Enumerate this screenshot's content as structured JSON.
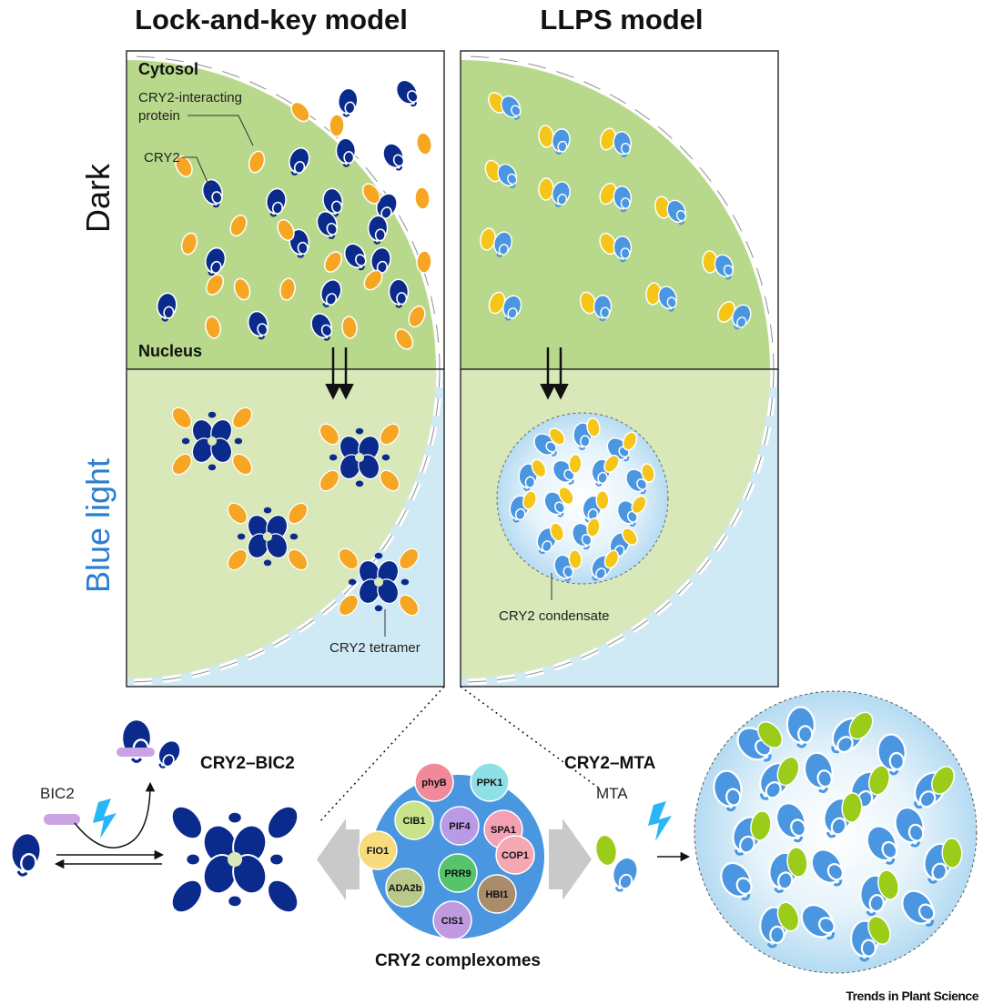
{
  "titles": {
    "lock_and_key": "Lock-and-key model",
    "llps": "LLPS model"
  },
  "rows": {
    "dark": "Dark",
    "blue_light": "Blue light"
  },
  "labels": {
    "cytosol": "Cytosol",
    "nucleus": "Nucleus",
    "interacting_protein_line1": "CRY2-interacting",
    "interacting_protein_line2": "protein",
    "cry2": "CRY2",
    "tetramer": "CRY2 tetramer",
    "condensate": "CRY2 condensate",
    "bic2": "BIC2",
    "cry2_bic2": "CRY2–BIC2",
    "cry2_mta": "CRY2–MTA",
    "mta": "MTA",
    "complexomes": "CRY2 complexomes"
  },
  "complexome_members": [
    {
      "name": "phyB",
      "color": "#f08a9a"
    },
    {
      "name": "PPK1",
      "color": "#8ee0e6"
    },
    {
      "name": "CIB1",
      "color": "#c8e38a"
    },
    {
      "name": "PIF4",
      "color": "#b89ae6"
    },
    {
      "name": "SPA1",
      "color": "#f5a0b4"
    },
    {
      "name": "FIO1",
      "color": "#f6dc7c"
    },
    {
      "name": "COP1",
      "color": "#f4a8b2"
    },
    {
      "name": "PRR9",
      "color": "#55c46a"
    },
    {
      "name": "ADA2b",
      "color": "#b9c98a"
    },
    {
      "name": "HBI1",
      "color": "#a98c6c"
    },
    {
      "name": "CIS1",
      "color": "#c09ae0"
    }
  ],
  "colors": {
    "cry2_dark_blue": "#0a2a8c",
    "cry2_light_blue": "#4a96e0",
    "orange_partner": "#f6a623",
    "yellow_partner": "#f5c518",
    "green_mta": "#9ccc1a",
    "nucleus_dark": "#b8d98c",
    "nucleus_light": "#d8e8b8",
    "cytosol_light": "#cfe9f5",
    "blue_light_text": "#2a7fd0"
  },
  "credit": "Trends in Plant Science"
}
